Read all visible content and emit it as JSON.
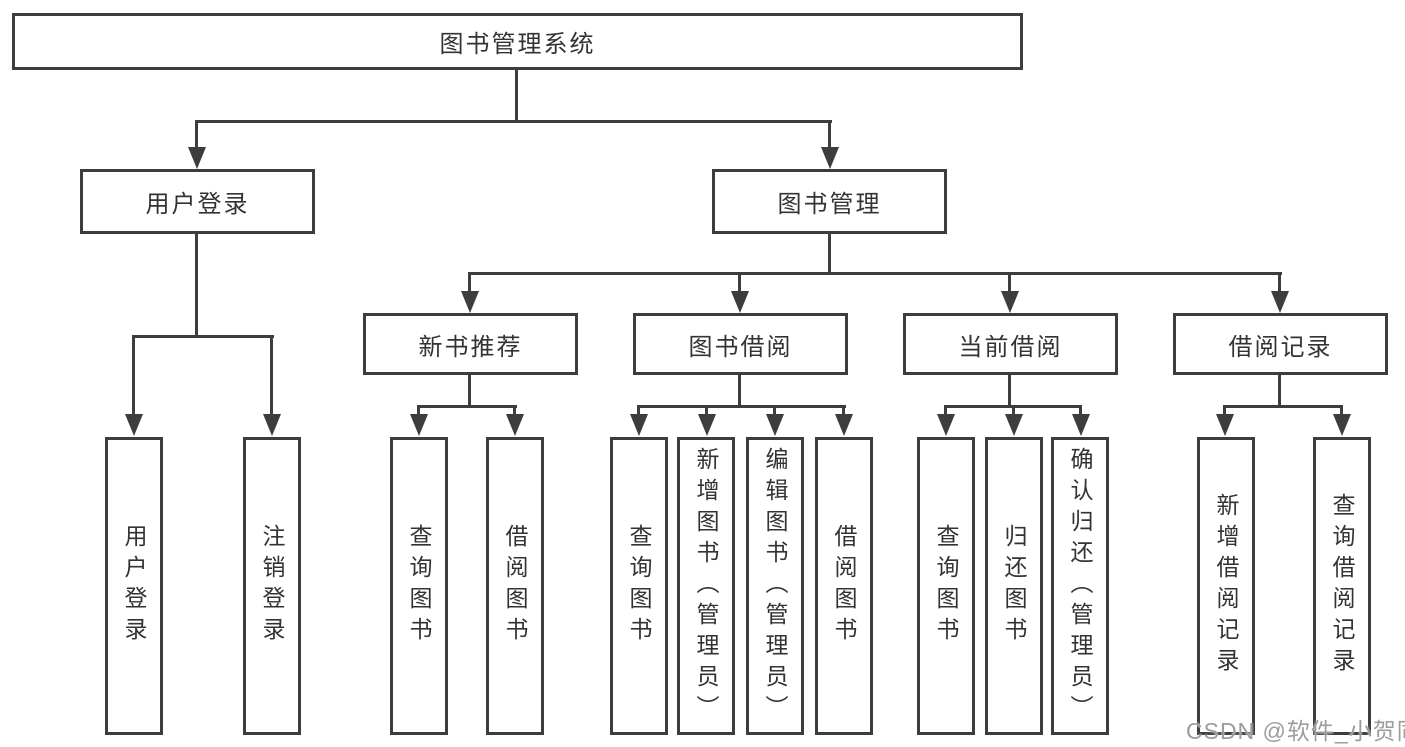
{
  "diagram": {
    "type": "hierarchy-tree",
    "colors": {
      "line": "#3d3d3d",
      "text": "#333333",
      "background": "#ffffff",
      "watermark": "#9c9c9c"
    },
    "nodes": {
      "root": "图书管理系统",
      "user_login": "用户登录",
      "book_mgmt": "图书管理",
      "new_book_rec": "新书推荐",
      "book_borrowing": "图书借阅",
      "current_borrowing": "当前借阅",
      "borrowing_records": "借阅记录",
      "leaf_user_login": "用户登录",
      "leaf_logout": "注销登录",
      "leaf_rec_query": "查询图书",
      "leaf_rec_borrow": "借阅图书",
      "leaf_bor_query": "查询图书",
      "leaf_bor_add": "新增图书（管理员）",
      "leaf_bor_edit": "编辑图书（管理员）",
      "leaf_bor_borrow": "借阅图书",
      "leaf_cur_query": "查询图书",
      "leaf_cur_return": "归还图书",
      "leaf_cur_confirm": "确认归还（管理员）",
      "leaf_rcd_add": "新增借阅记录",
      "leaf_rcd_query": "查询借阅记录"
    },
    "watermark": "CSDN @软件_小贺同学"
  }
}
